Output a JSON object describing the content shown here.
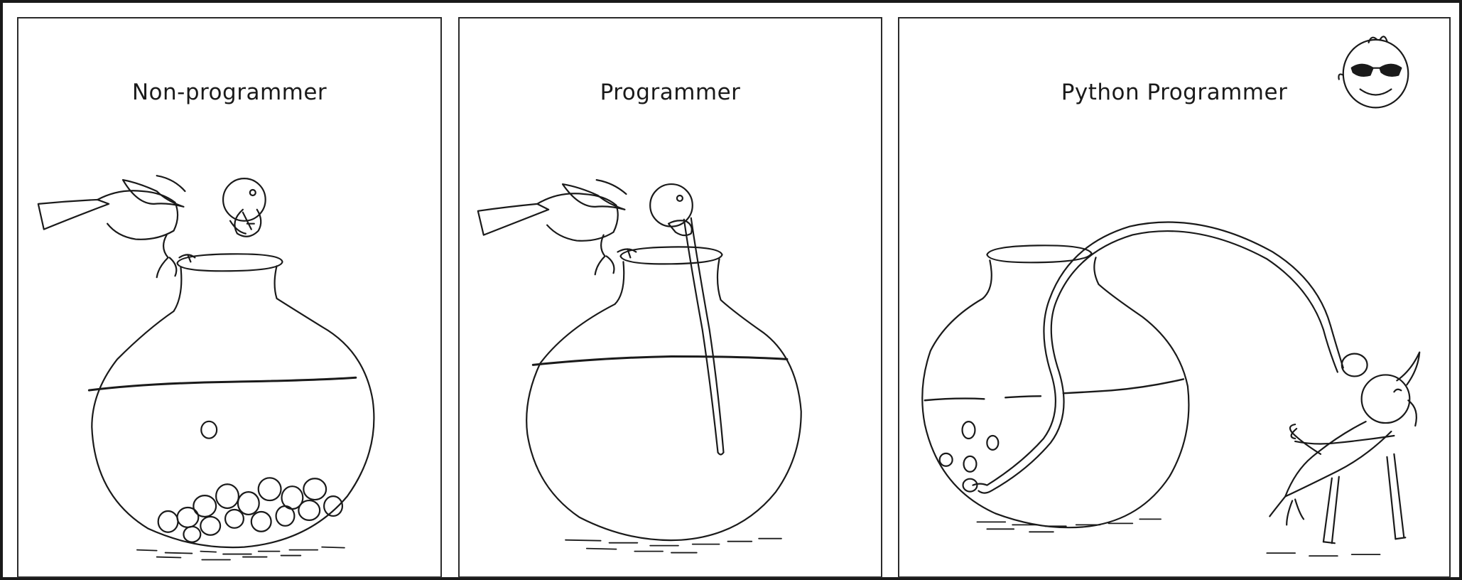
{
  "panels": [
    {
      "caption": "Non-programmer"
    },
    {
      "caption": "Programmer"
    },
    {
      "caption": "Python Programmer"
    }
  ]
}
